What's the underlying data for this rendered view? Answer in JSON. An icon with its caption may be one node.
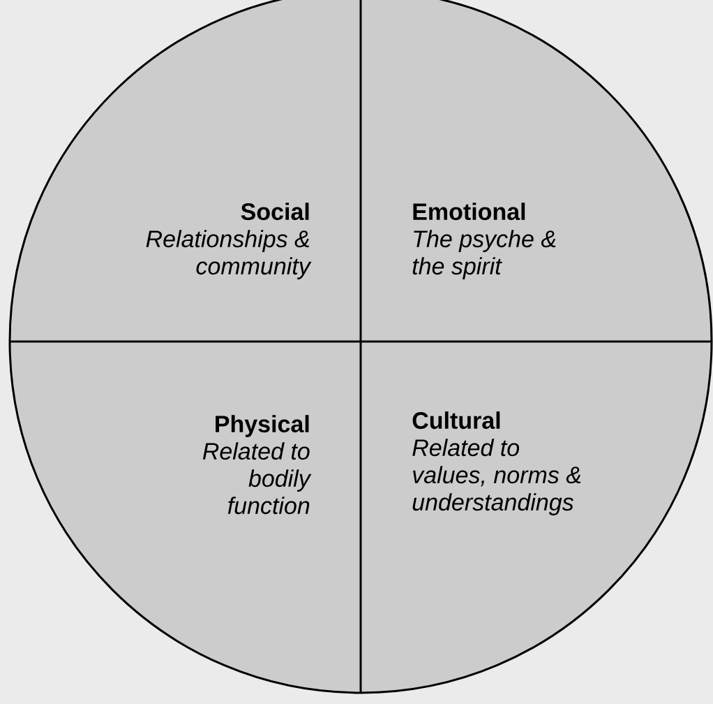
{
  "diagram": {
    "nodes": [
      {
        "text": [
          "Social",
          "Relationships & community"
        ]
      },
      {
        "text": [
          "Emotional",
          "The psyche & the spirit"
        ]
      },
      {
        "text": [
          "Physical",
          "Related to bodily function"
        ]
      },
      {
        "text": [
          "Cultural",
          "Related to values, norms & understandings"
        ]
      }
    ]
  }
}
